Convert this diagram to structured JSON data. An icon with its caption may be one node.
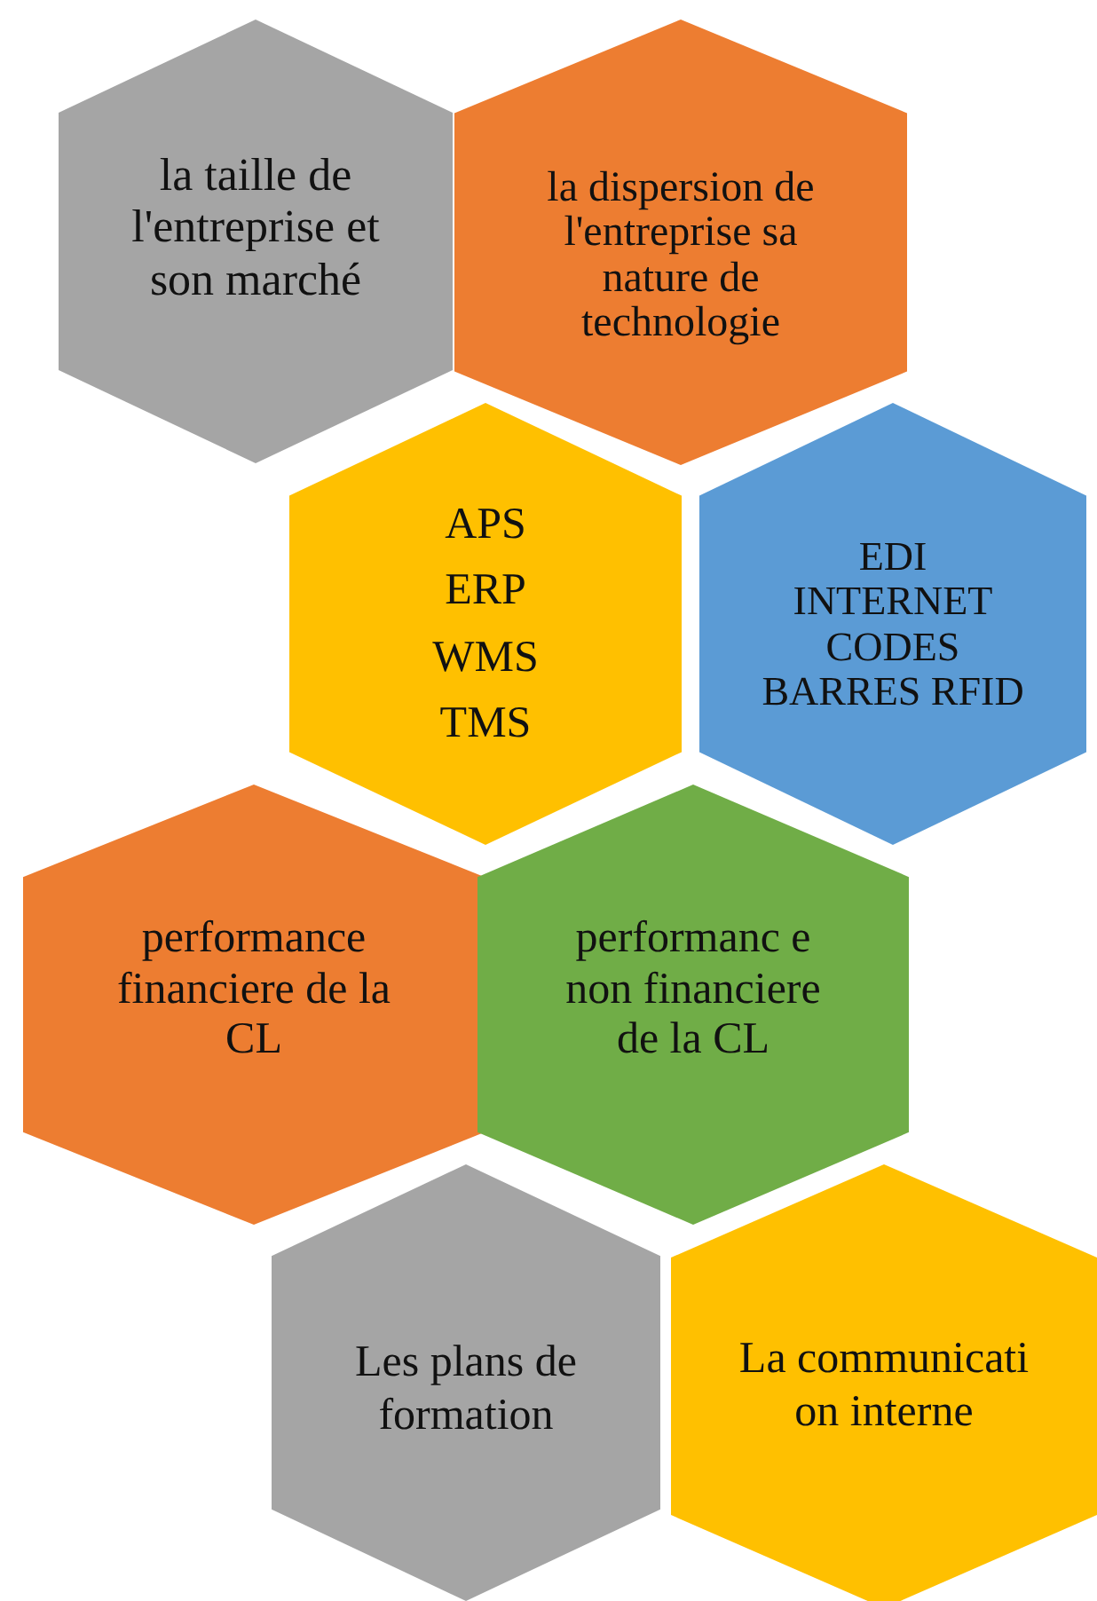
{
  "diagram": {
    "nodes": [
      {
        "text": [
          "la taille de l'entreprise et son marché"
        ]
      },
      {
        "text": [
          "la dispersion de l'entreprise sa nature de technologie"
        ]
      },
      {
        "text": [
          "APS ERP WMS TMS"
        ]
      },
      {
        "text": [
          "EDI INTERNET CODES BARRES RFID"
        ]
      },
      {
        "text": [
          "performance financiere de la CL"
        ]
      },
      {
        "text": [
          "performanc e non financiere de la CL"
        ]
      },
      {
        "text": [
          "Les plans de formation"
        ]
      },
      {
        "text": [
          "La communicati on interne"
        ]
      }
    ]
  }
}
